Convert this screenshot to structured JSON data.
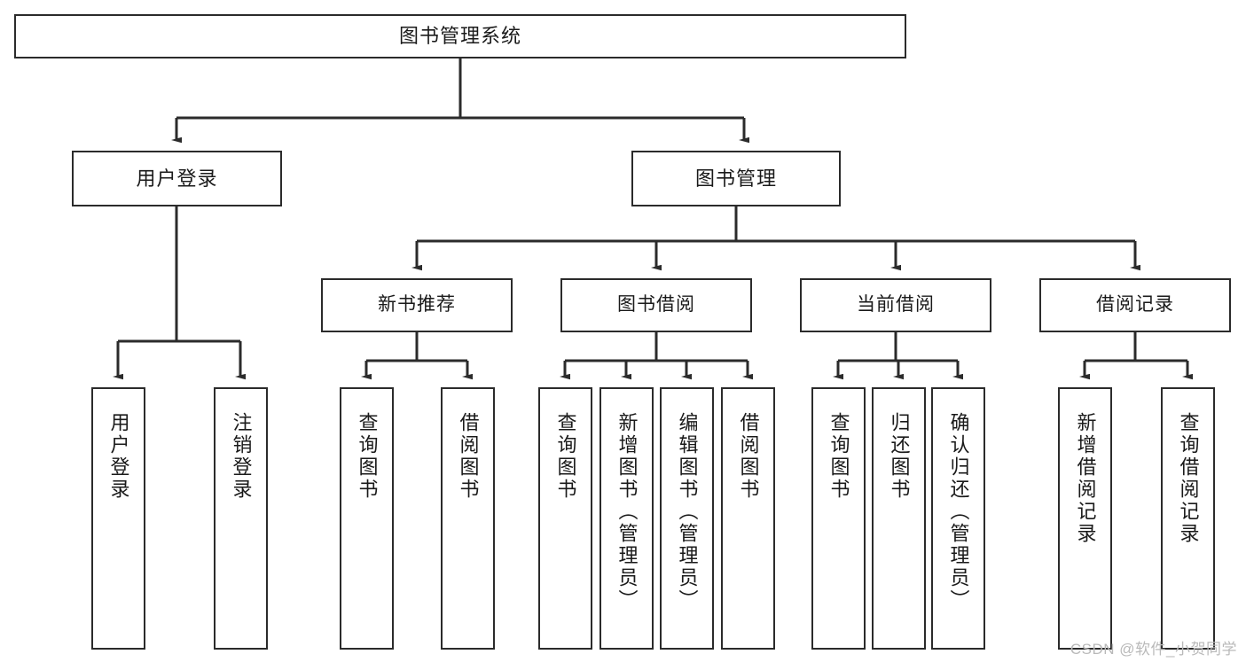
{
  "diagram": {
    "title_node": {
      "id": "root",
      "label": "图书管理系统"
    },
    "level2": [
      {
        "id": "user-login",
        "label": "用户登录"
      },
      {
        "id": "book-manage",
        "label": "图书管理"
      }
    ],
    "level3": [
      {
        "id": "new-book-recommend",
        "label": "新书推荐"
      },
      {
        "id": "book-borrow",
        "label": "图书借阅"
      },
      {
        "id": "current-borrow",
        "label": "当前借阅"
      },
      {
        "id": "borrow-record",
        "label": "借阅记录"
      }
    ],
    "leaves": {
      "user_login": [
        {
          "id": "leaf-user-login",
          "label": "用户登录"
        },
        {
          "id": "leaf-logout-login",
          "label": "注销登录"
        }
      ],
      "new_book_recommend": [
        {
          "id": "leaf-query-book-1",
          "label": "查询图书"
        },
        {
          "id": "leaf-borrow-book-1",
          "label": "借阅图书"
        }
      ],
      "book_borrow": [
        {
          "id": "leaf-query-book-2",
          "label": "查询图书"
        },
        {
          "id": "leaf-add-book",
          "label": "新增图书（管理员）"
        },
        {
          "id": "leaf-edit-book",
          "label": "编辑图书（管理员）"
        },
        {
          "id": "leaf-borrow-book-2",
          "label": "借阅图书"
        }
      ],
      "current_borrow": [
        {
          "id": "leaf-query-book-3",
          "label": "查询图书"
        },
        {
          "id": "leaf-return-book",
          "label": "归还图书"
        },
        {
          "id": "leaf-confirm-return",
          "label": "确认归还（管理员）"
        }
      ],
      "borrow_record": [
        {
          "id": "leaf-add-borrow-record",
          "label": "新增借阅记录"
        },
        {
          "id": "leaf-query-borrow-record",
          "label": "查询借阅记录"
        }
      ]
    },
    "colors": {
      "stroke": "#2b2b2b",
      "fill": "#ffffff",
      "text": "#1a1a1a",
      "watermark": "#b9b9b9"
    }
  },
  "watermark": {
    "text": "CSDN @软件_小贺同学"
  }
}
